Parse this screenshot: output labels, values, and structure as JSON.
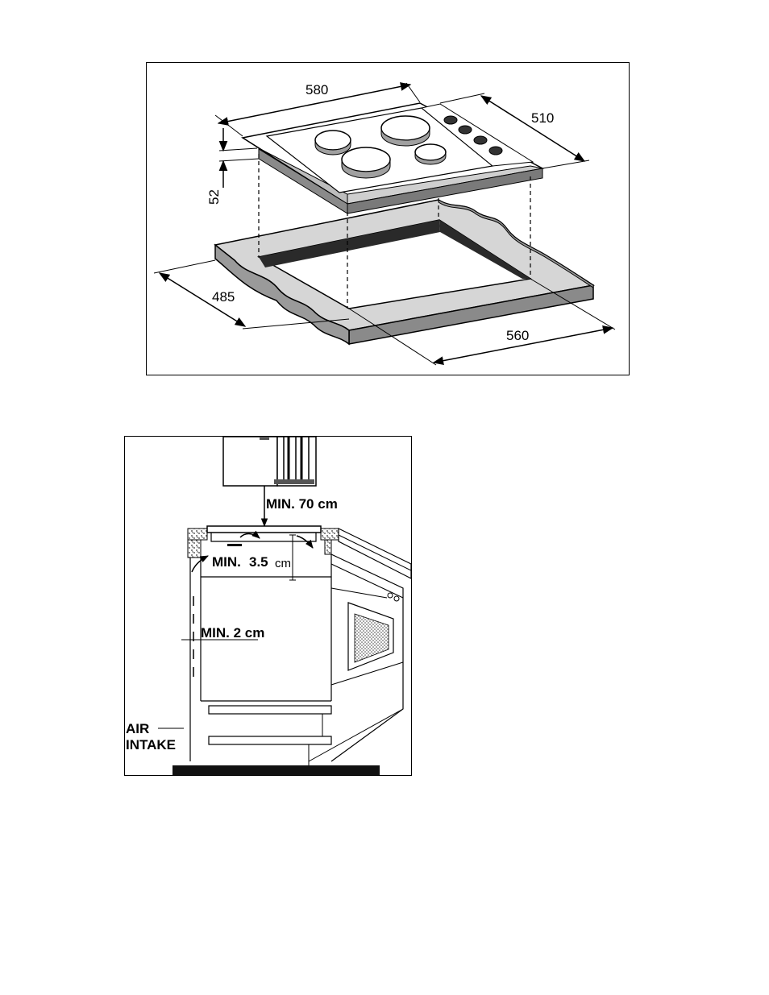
{
  "hob_diagram": {
    "dim_width": "580",
    "dim_depth": "510",
    "dim_height": "52",
    "cutout_depth": "485",
    "cutout_width": "560"
  },
  "clearance_diagram": {
    "min_above": "MIN. 70 cm",
    "min_gap_label": "MIN.",
    "min_gap_value": "3.5",
    "min_gap_unit": "cm",
    "min_side": "MIN. 2 cm",
    "air_intake_line1": "AIR",
    "air_intake_line2": "INTAKE"
  },
  "colors": {
    "line": "#000000",
    "gray": "#9a9a9a",
    "light_gray": "#d4d4d4",
    "dark": "#222222"
  }
}
